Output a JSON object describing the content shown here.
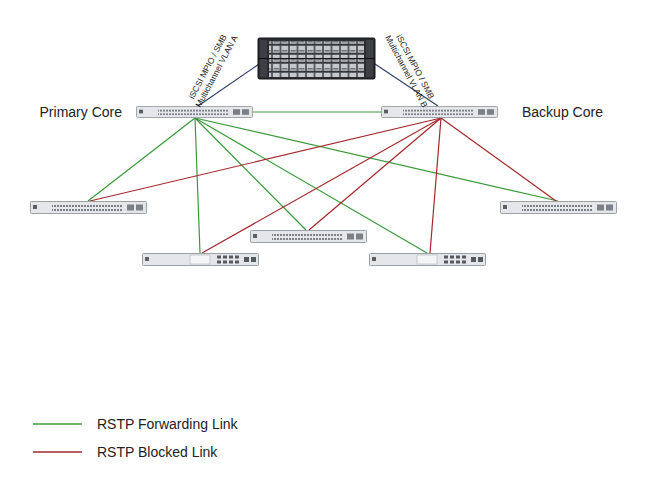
{
  "diagram": {
    "nodes": [
      {
        "text": [
          "Primary Core"
        ]
      },
      {
        "text": [
          "Backup Core"
        ]
      }
    ],
    "edges": [
      {
        "from": 0,
        "to": 1,
        "arrow": "none"
      }
    ],
    "labels": [
      "iSCSI MPIO / SMB Multichannel VLAN A",
      "iSCSI MPIO / SMB Multichannel VLAN B"
    ],
    "legend": [
      {
        "text": "RSTP Forwarding Link"
      },
      {
        "text": "RSTP Blocked Link"
      }
    ]
  }
}
